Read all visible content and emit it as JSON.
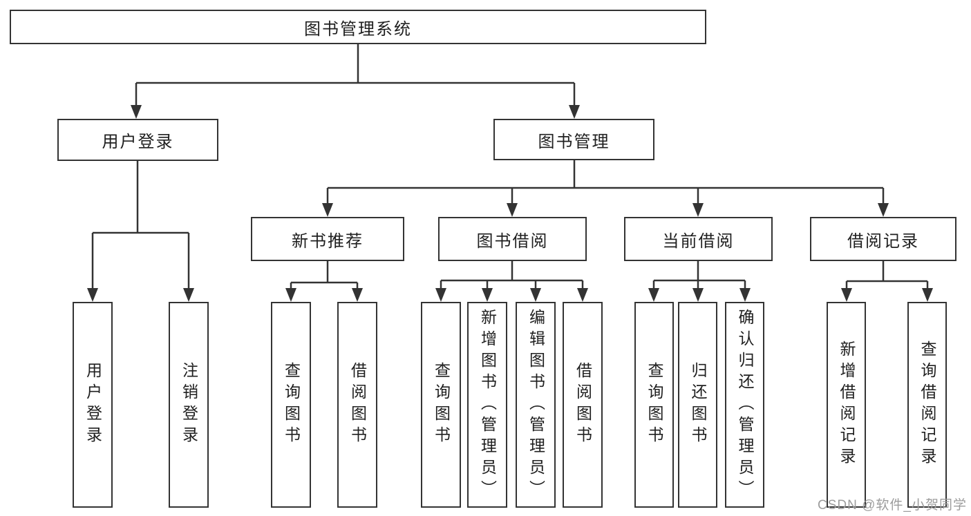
{
  "diagram": {
    "type": "hierarchy-tree",
    "orientation": "top-down",
    "tree": {
      "label": "图书管理系统",
      "children": [
        {
          "label": "用户登录",
          "children": [
            {
              "label": "用户登录"
            },
            {
              "label": "注销登录"
            }
          ]
        },
        {
          "label": "图书管理",
          "children": [
            {
              "label": "新书推荐",
              "children": [
                {
                  "label": "查询图书"
                },
                {
                  "label": "借阅图书"
                }
              ]
            },
            {
              "label": "图书借阅",
              "children": [
                {
                  "label": "查询图书"
                },
                {
                  "label": "新增图书（管理员）"
                },
                {
                  "label": "编辑图书（管理员）"
                },
                {
                  "label": "借阅图书"
                }
              ]
            },
            {
              "label": "当前借阅",
              "children": [
                {
                  "label": "查询图书"
                },
                {
                  "label": "归还图书"
                },
                {
                  "label": "确认归还（管理员）"
                }
              ]
            },
            {
              "label": "借阅记录",
              "children": [
                {
                  "label": "新增借阅记录"
                },
                {
                  "label": "查询借阅记录"
                }
              ]
            }
          ]
        }
      ]
    }
  },
  "watermark": {
    "text": "CSDN @软件_小贺同学"
  },
  "colors": {
    "line": "#333333",
    "box_border": "#333333",
    "box_background": "#ffffff",
    "text": "#1f1f1f",
    "watermark": "#9c9c9c",
    "page_background": "#ffffff"
  }
}
